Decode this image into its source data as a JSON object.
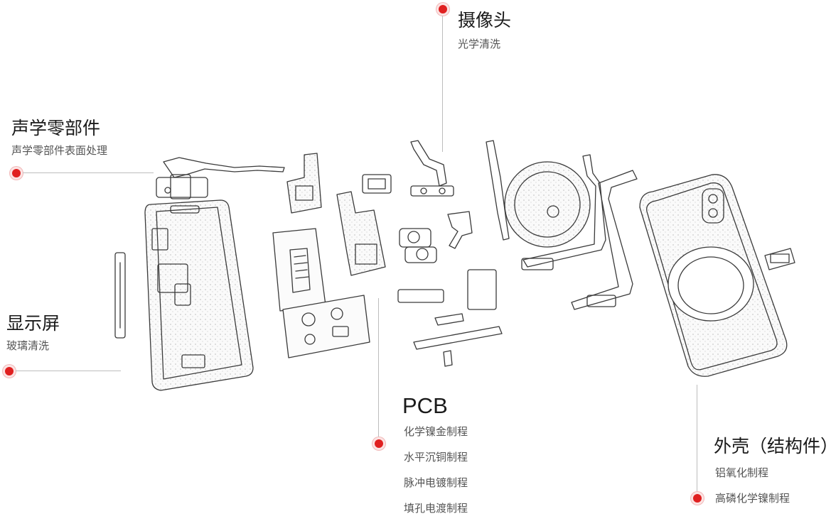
{
  "callouts": {
    "camera": {
      "title": "摄像头",
      "items": [
        "光学清洗"
      ]
    },
    "acoustic": {
      "title": "声学零部件",
      "items": [
        "声学零部件表面处理"
      ]
    },
    "display": {
      "title": "显示屏",
      "items": [
        "玻璃清洗"
      ]
    },
    "pcb": {
      "title": "PCB",
      "items": [
        "化学镍金制程",
        "水平沉铜制程",
        "脉冲电镀制程",
        "填孔电渡制程"
      ]
    },
    "housing": {
      "title": "外壳（结构件）",
      "items": [
        "铝氧化制程",
        "高磷化学镍制程"
      ]
    }
  },
  "colors": {
    "accent": "#e02020",
    "line": "#bdbdbd",
    "sketch": "#3a3a3a"
  }
}
